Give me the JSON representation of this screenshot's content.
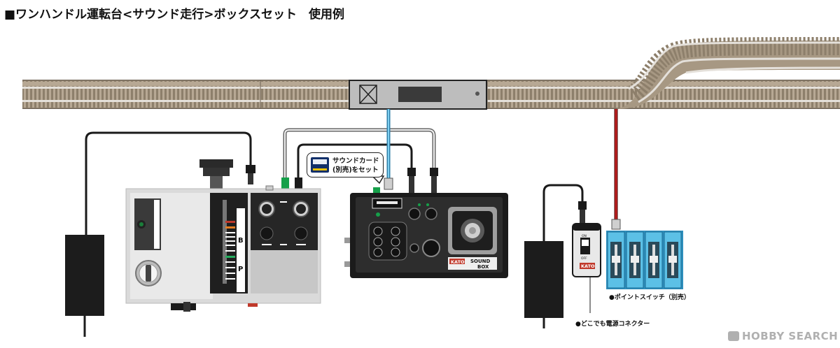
{
  "title": "■ワンハンドル運転台<サウンド走行>ボックスセット　使用例",
  "callout": {
    "line1": "サウンドカード",
    "line2": "(別売)をセット"
  },
  "soundbox": {
    "logo": "KATO",
    "name_line1": "SOUND",
    "name_line2": "BOX"
  },
  "panel_letters": {
    "b": "B",
    "p": "P"
  },
  "connector": {
    "on": "ON",
    "off": "OFF",
    "logo": "KATO"
  },
  "labels": {
    "point_switch": "●ポイントスイッチ（別売）",
    "power_connector": "●どこでも電源コネクター"
  },
  "watermark": "HOBBY SEARCH",
  "colors": {
    "track_bed": "#b9ab97",
    "panel_gray": "#d3d3d3",
    "device_dark": "#2a2a2a",
    "point_switch_blue": "#4fb6de",
    "feeder_red": "#b01e1e",
    "sound_wire_blue": "#5bb8e0"
  }
}
